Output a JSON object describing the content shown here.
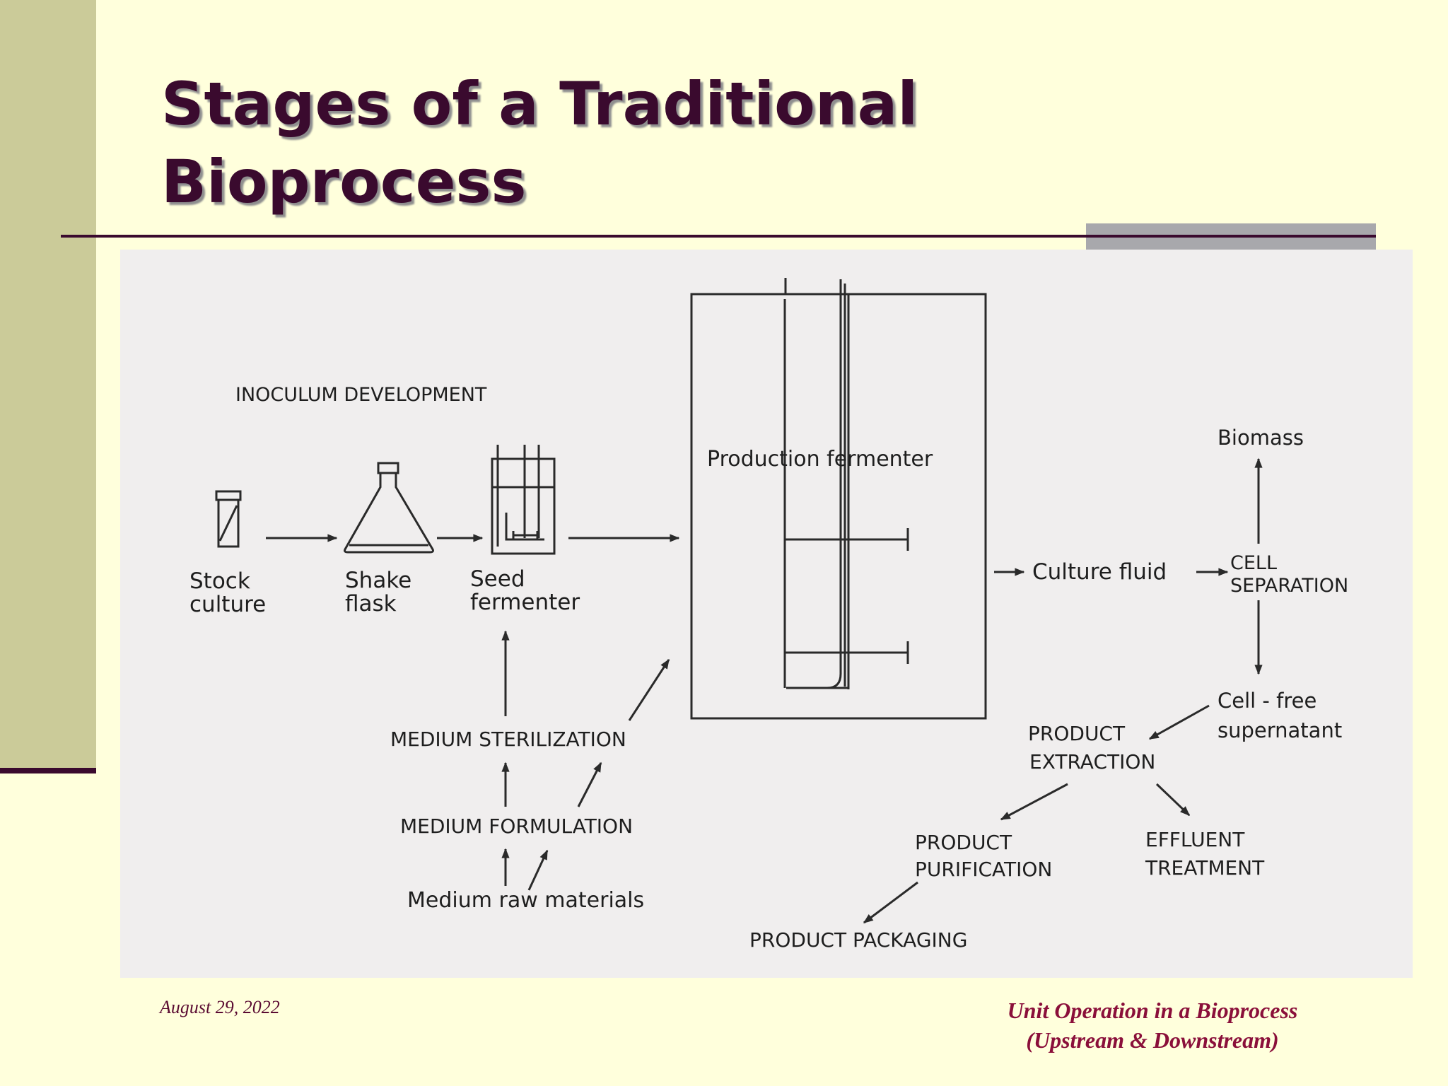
{
  "slide": {
    "title_line1": "Stages of a Traditional",
    "title_line2": "Bioprocess",
    "date": "August 29, 2022",
    "footer_line1": "Unit Operation in a Bioprocess",
    "footer_line2": "(Upstream & Downstream)"
  },
  "diagram": {
    "inoculum_development": "INOCULUM DEVELOPMENT",
    "stock_line1": "Stock",
    "stock_line2": "culture",
    "shake_line1": "Shake",
    "shake_line2": "flask",
    "seed_line1": "Seed",
    "seed_line2": "fermenter",
    "production_fermenter": "Production fermenter",
    "medium_sterilization": "MEDIUM STERILIZATION",
    "medium_formulation": "MEDIUM FORMULATION",
    "medium_raw_materials": "Medium raw materials",
    "culture_fluid": "Culture fluid",
    "cell_line1": "CELL",
    "cell_line2": "SEPARATION",
    "biomass": "Biomass",
    "cellfree_line1": "Cell - free",
    "cellfree_line2": "supernatant",
    "extraction_line1": "PRODUCT",
    "extraction_line2": "EXTRACTION",
    "purification_line1": "PRODUCT",
    "purification_line2": "PURIFICATION",
    "effluent_line1": "EFFLUENT",
    "effluent_line2": "TREATMENT",
    "product_packaging": "PRODUCT PACKAGING"
  }
}
